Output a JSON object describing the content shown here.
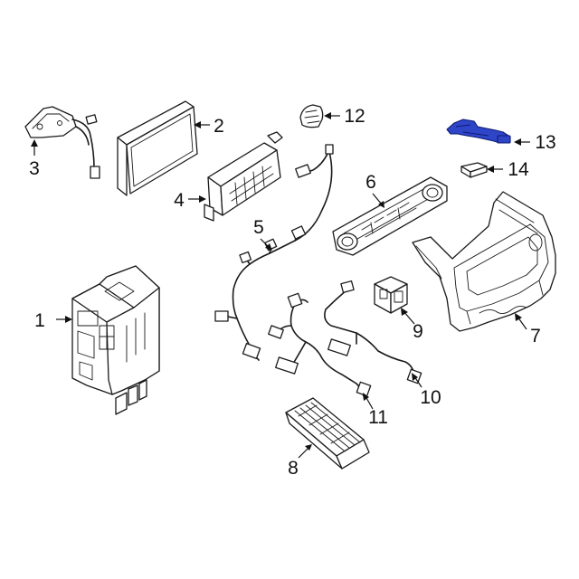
{
  "callouts": [
    {
      "id": "1",
      "label": "1"
    },
    {
      "id": "2",
      "label": "2"
    },
    {
      "id": "3",
      "label": "3"
    },
    {
      "id": "4",
      "label": "4"
    },
    {
      "id": "5",
      "label": "5"
    },
    {
      "id": "6",
      "label": "6"
    },
    {
      "id": "7",
      "label": "7"
    },
    {
      "id": "8",
      "label": "8"
    },
    {
      "id": "9",
      "label": "9"
    },
    {
      "id": "10",
      "label": "10"
    },
    {
      "id": "11",
      "label": "11"
    },
    {
      "id": "12",
      "label": "12"
    },
    {
      "id": "13",
      "label": "13"
    },
    {
      "id": "14",
      "label": "14"
    }
  ],
  "highlighted_part": "13",
  "colors": {
    "line": "#1a1a1a",
    "highlight": "#2f45c8",
    "background": "#ffffff"
  }
}
